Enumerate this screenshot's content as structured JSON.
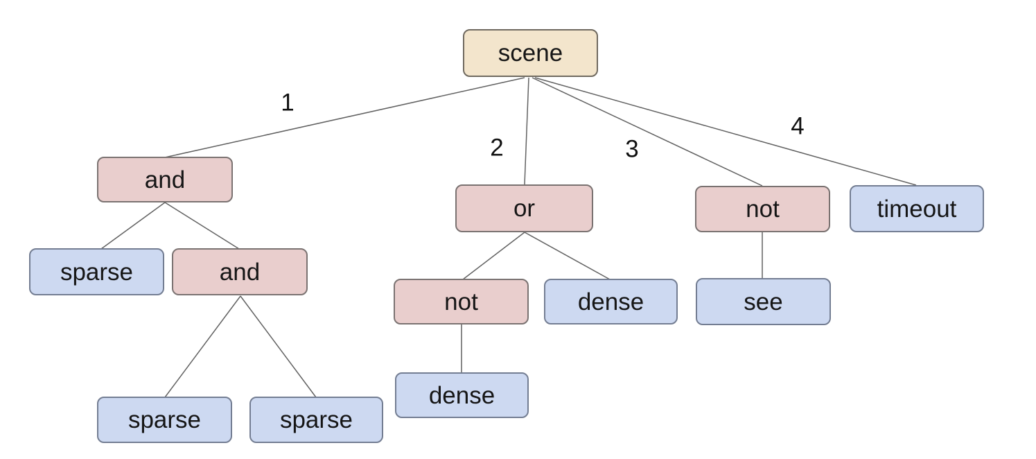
{
  "diagram": {
    "background_color": "#ffffff",
    "colors": {
      "root_fill": "#f3e5cc",
      "operator_fill": "#e9cecd",
      "leaf_fill": "#cdd9f1",
      "node_border": "#6e6e6e",
      "edge_stroke": "#616161",
      "text_color": "#161616"
    },
    "nodes": [
      {
        "id": "scene",
        "label": "scene",
        "kind": "root"
      },
      {
        "id": "and1",
        "label": "and",
        "kind": "operator"
      },
      {
        "id": "or1",
        "label": "or",
        "kind": "operator"
      },
      {
        "id": "not1",
        "label": "not",
        "kind": "operator"
      },
      {
        "id": "timeout",
        "label": "timeout",
        "kind": "leaf"
      },
      {
        "id": "sparse1",
        "label": "sparse",
        "kind": "leaf"
      },
      {
        "id": "and2",
        "label": "and",
        "kind": "operator"
      },
      {
        "id": "not2",
        "label": "not",
        "kind": "operator"
      },
      {
        "id": "dense1",
        "label": "dense",
        "kind": "leaf"
      },
      {
        "id": "see",
        "label": "see",
        "kind": "leaf"
      },
      {
        "id": "sparse2",
        "label": "sparse",
        "kind": "leaf"
      },
      {
        "id": "sparse3",
        "label": "sparse",
        "kind": "leaf"
      },
      {
        "id": "dense2",
        "label": "dense",
        "kind": "leaf"
      }
    ],
    "edges": [
      {
        "from": "scene",
        "to": "and1",
        "label": "1"
      },
      {
        "from": "scene",
        "to": "or1",
        "label": "2"
      },
      {
        "from": "scene",
        "to": "not1",
        "label": "3"
      },
      {
        "from": "scene",
        "to": "timeout",
        "label": "4"
      },
      {
        "from": "and1",
        "to": "sparse1"
      },
      {
        "from": "and1",
        "to": "and2"
      },
      {
        "from": "and2",
        "to": "sparse2"
      },
      {
        "from": "and2",
        "to": "sparse3"
      },
      {
        "from": "or1",
        "to": "not2"
      },
      {
        "from": "or1",
        "to": "dense1"
      },
      {
        "from": "not2",
        "to": "dense2"
      },
      {
        "from": "not1",
        "to": "see"
      }
    ]
  }
}
